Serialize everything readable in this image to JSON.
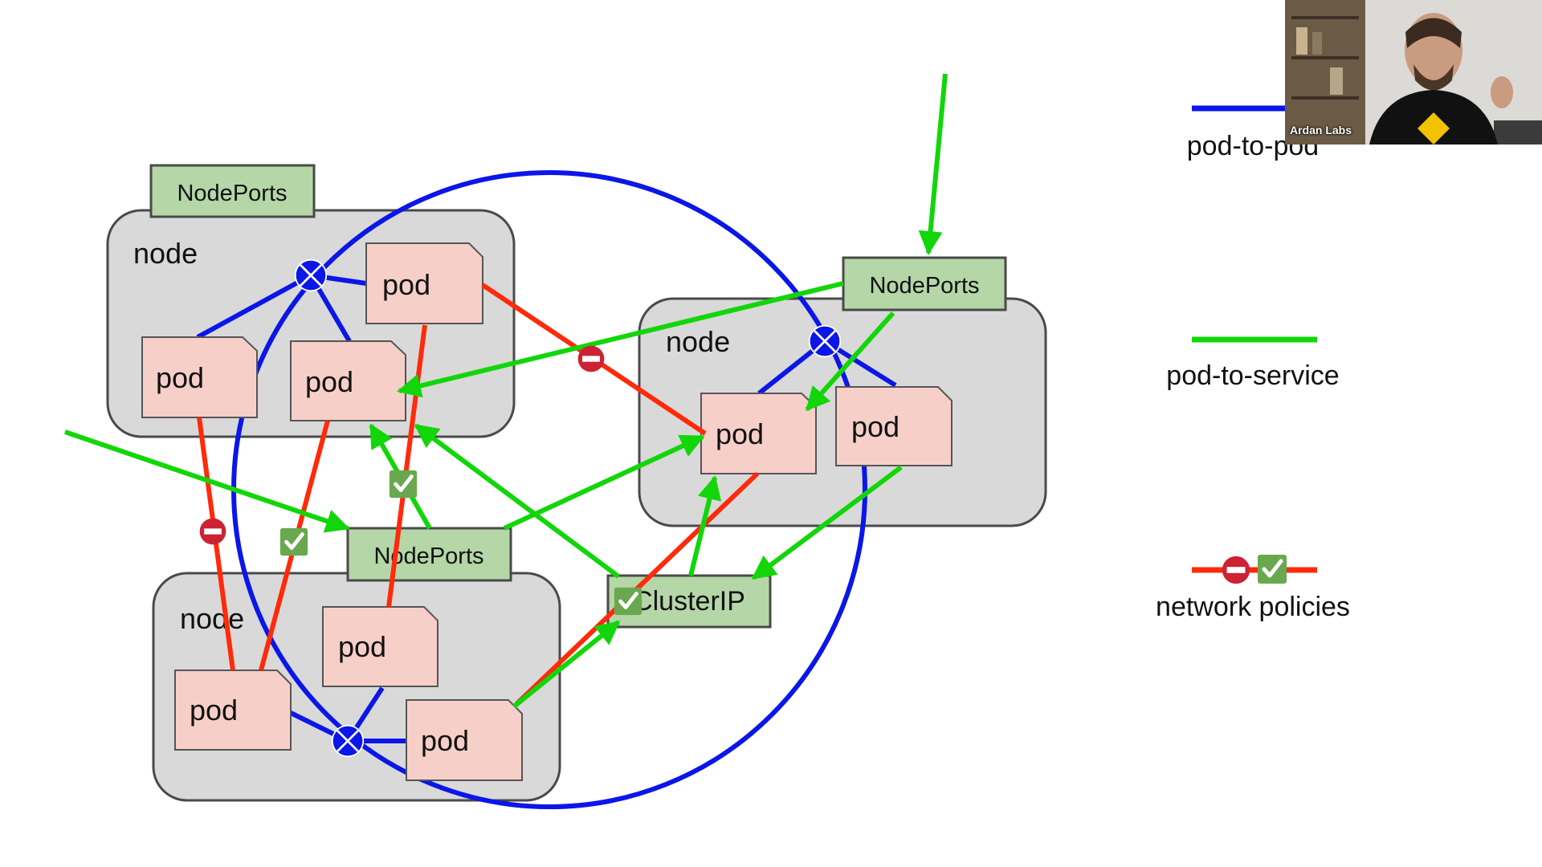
{
  "nodes": {
    "top_left": {
      "label": "node",
      "service_label": "NodePorts",
      "pods": [
        "pod",
        "pod",
        "pod"
      ]
    },
    "right": {
      "label": "node",
      "service_label": "NodePorts",
      "pods": [
        "pod",
        "pod"
      ]
    },
    "bottom_left": {
      "label": "node",
      "service_label": "NodePorts",
      "pods": [
        "pod",
        "pod",
        "pod"
      ]
    }
  },
  "cluster_ip": {
    "label": "ClusterIP"
  },
  "legend": [
    {
      "label": "pod-to-pod",
      "color": "#0b16e8"
    },
    {
      "label": "pod-to-service",
      "color": "#12d60a"
    },
    {
      "label": "network policies",
      "color": "#ff2a0a"
    }
  ],
  "colors": {
    "pod_to_pod": "#0b16e8",
    "pod_to_service": "#12d60a",
    "network_policy": "#ff2a0a",
    "node_fill": "#d9d9d9",
    "pod_fill": "#f7cfc9",
    "service_fill": "#b5d6a7",
    "deny_badge": "#cc2233",
    "allow_badge": "#6aa84f"
  },
  "icons": {
    "router": "crossed-circle-icon",
    "deny": "no-entry-icon",
    "allow": "checkmark-icon"
  },
  "webcam": {
    "caption": "Ardan Labs"
  }
}
